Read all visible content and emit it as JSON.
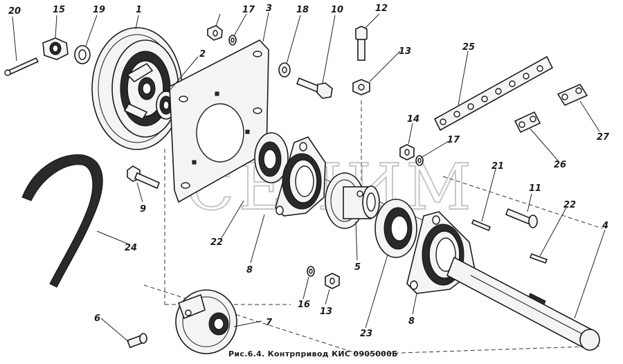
{
  "watermark": "СЕЛИМ",
  "caption": "Рис.6.4. Контрпривод КИС 0905000Б",
  "callouts": [
    "1",
    "2",
    "3",
    "4",
    "5",
    "6",
    "7",
    "8",
    "8",
    "9",
    "10",
    "11",
    "12",
    "13",
    "13",
    "14",
    "15",
    "16",
    "17",
    "17",
    "18",
    "19",
    "20",
    "21",
    "22",
    "22",
    "23",
    "24",
    "25",
    "26",
    "27"
  ]
}
